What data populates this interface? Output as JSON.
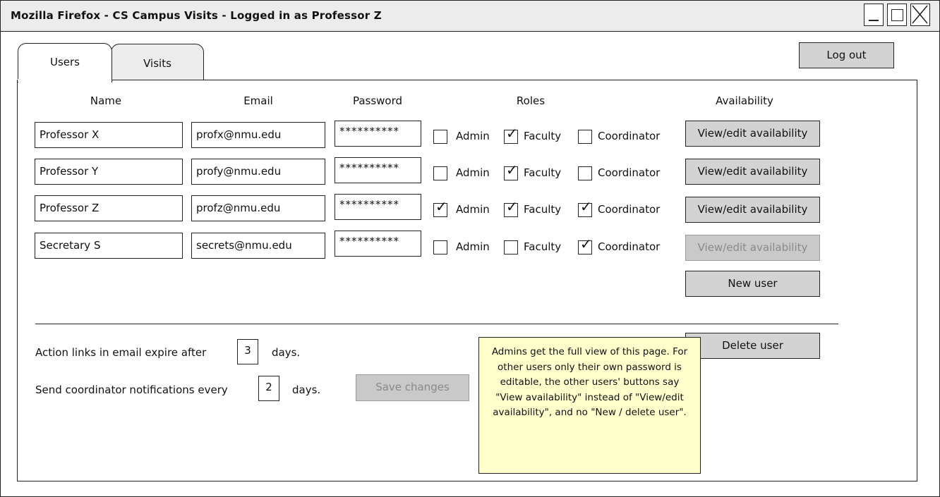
{
  "window": {
    "title": "Mozilla Firefox - CS Campus Visits - Logged in as Professor Z"
  },
  "tabs": [
    {
      "label": "Users",
      "active": true
    },
    {
      "label": "Visits",
      "active": false
    }
  ],
  "header": {
    "logout_label": "Log out"
  },
  "table": {
    "headers": {
      "name": "Name",
      "email": "Email",
      "password": "Password",
      "roles": "Roles",
      "availability": "Availability"
    },
    "role_labels": {
      "admin": "Admin",
      "faculty": "Faculty",
      "coordinator": "Coordinator"
    },
    "rows": [
      {
        "name": "Professor X",
        "email": "profx@nmu.edu",
        "password": "**********",
        "admin": false,
        "faculty": true,
        "coordinator": false,
        "availability_label": "View/edit availability",
        "availability_enabled": true
      },
      {
        "name": "Professor Y",
        "email": "profy@nmu.edu",
        "password": "**********",
        "admin": false,
        "faculty": true,
        "coordinator": false,
        "availability_label": "View/edit availability",
        "availability_enabled": true
      },
      {
        "name": "Professor Z",
        "email": "profz@nmu.edu",
        "password": "**********",
        "admin": true,
        "faculty": true,
        "coordinator": true,
        "availability_label": "View/edit availability",
        "availability_enabled": true
      },
      {
        "name": "Secretary S",
        "email": "secrets@nmu.edu",
        "password": "**********",
        "admin": false,
        "faculty": false,
        "coordinator": true,
        "availability_label": "View/edit availability",
        "availability_enabled": false
      }
    ]
  },
  "actions": {
    "new_user_label": "New user",
    "delete_user_label": "Delete user"
  },
  "settings": {
    "expire_prefix": "Action links in email expire after",
    "expire_value": "3",
    "expire_suffix": "days.",
    "notify_prefix": "Send coordinator notifications every",
    "notify_value": "2",
    "notify_suffix": "days.",
    "save_label": "Save changes"
  },
  "note": {
    "text": "Admins get the full view of this page. For other users only their own password is editable, the other users' buttons say \"View availability\" instead of \"View/edit availability\", and no \"New / delete user\"."
  }
}
